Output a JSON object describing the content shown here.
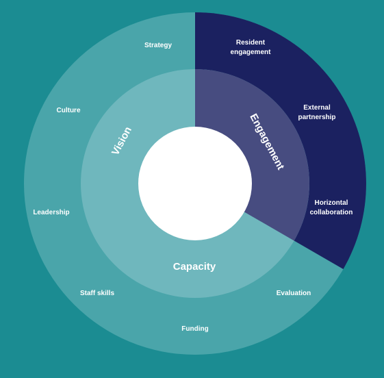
{
  "colors": {
    "background": "#1b8c92",
    "outer_ring": "#4aa5aa",
    "inner_ring": "#6fb7bd",
    "engagement_outer": "#1b2160",
    "engagement_inner": "#474c80",
    "center": "#ffffff",
    "text": "#ffffff"
  },
  "inner_segments": [
    {
      "label": "Vision"
    },
    {
      "label": "Engagement"
    },
    {
      "label": "Capacity"
    }
  ],
  "outer_items": [
    {
      "label": "Strategy"
    },
    {
      "label": "Resident\nengagement"
    },
    {
      "label": "External\npartnership"
    },
    {
      "label": "Horizontal\ncollaboration"
    },
    {
      "label": "Evaluation"
    },
    {
      "label": "Funding"
    },
    {
      "label": "Staff skills"
    },
    {
      "label": "Leadership"
    },
    {
      "label": "Culture"
    }
  ]
}
